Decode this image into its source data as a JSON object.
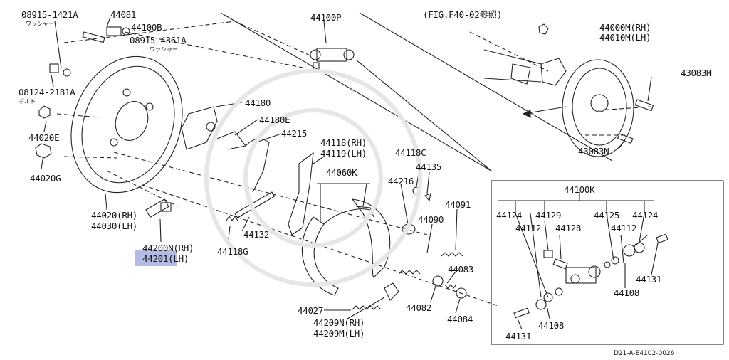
{
  "labels": {
    "p08915_1421A": "08915-1421A",
    "p08915_1421A_sub": "ワッシャー",
    "p44081": "44081",
    "p44100B": "44100B",
    "p08915_4361A": "08915-4361A",
    "p08915_4361A_sub": "ワッシャー",
    "p08124_2181A": "08124-2181A",
    "p08124_2181A_sub": "ボルト",
    "p44020E": "44020E",
    "p44020G": "44020G",
    "p44020_rh": "44020(RH)",
    "p44030_lh": "44030(LH)",
    "p44200N_rh": "44200N(RH)",
    "p44201_prefix": "44201",
    "p44201_suffix": "(LH)",
    "p44100P": "44100P",
    "fig_ref": "(FIG.F40-02参照)",
    "p44000M_rh": "44000M(RH)",
    "p44010M_lh": "44010M(LH)",
    "p43083M": "43083M",
    "p43083N": "43083N",
    "p44180": "44180",
    "p44180E": "44180E",
    "p44215": "44215",
    "p44118_rh": "44118(RH)",
    "p44119_lh": "44119(LH)",
    "p44060K": "44060K",
    "p44118C": "44118C",
    "p44135": "44135",
    "p44216": "44216",
    "p44091": "44091",
    "p44090": "44090",
    "p44132": "44132",
    "p44118G": "44118G",
    "p44083": "44083",
    "p44082": "44082",
    "p44084": "44084",
    "p44027": "44027",
    "p44209N_rh": "44209N(RH)",
    "p44209M_lh": "44209M(LH)",
    "box_title": "44100K",
    "p44124_a": "44124",
    "p44129": "44129",
    "p44112_a": "44112",
    "p44128": "44128",
    "p44125": "44125",
    "p44124_b": "44124",
    "p44112_b": "44112",
    "p44131_a": "44131",
    "p44108_a": "44108",
    "p44108_b": "44108",
    "p44131_b": "44131",
    "diagram_code": "D21-A-E4102-0026"
  },
  "colors": {
    "line": "#222222",
    "highlight": "#9aa3da"
  }
}
